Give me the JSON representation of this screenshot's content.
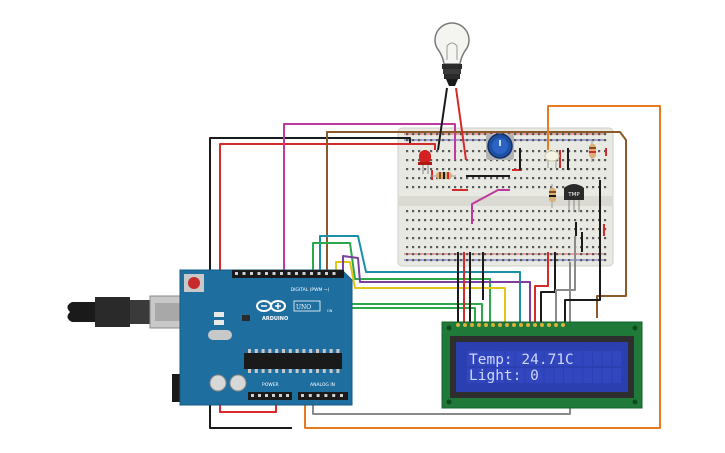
{
  "canvas": {
    "background": "#ffffff"
  },
  "arduino": {
    "brand_text": "ARDUINO",
    "model_text": "UNO",
    "digital_label": "DIGITAL (PWM ~)",
    "power_label": "POWER",
    "analog_label": "ANALOG IN",
    "board_color": "#1f6ea0",
    "status_led_text": "ON"
  },
  "lcd": {
    "line1": "Temp: 24.71C",
    "line2": "Light: 0",
    "screen_color": "#2b3fb0",
    "text_color": "#cfd6ff"
  },
  "breadboard": {
    "sensor_label": "TMP"
  },
  "wire_colors": {
    "red": "#d62a2a",
    "black": "#1a1a1a",
    "orange": "#e87a1e",
    "brown": "#8a5a2b",
    "magenta": "#c0399e",
    "yellow": "#e3c51a",
    "purple": "#7b3fa0",
    "green": "#2aa84a",
    "teal": "#1a8fa8",
    "gray": "#8a8a8a"
  }
}
